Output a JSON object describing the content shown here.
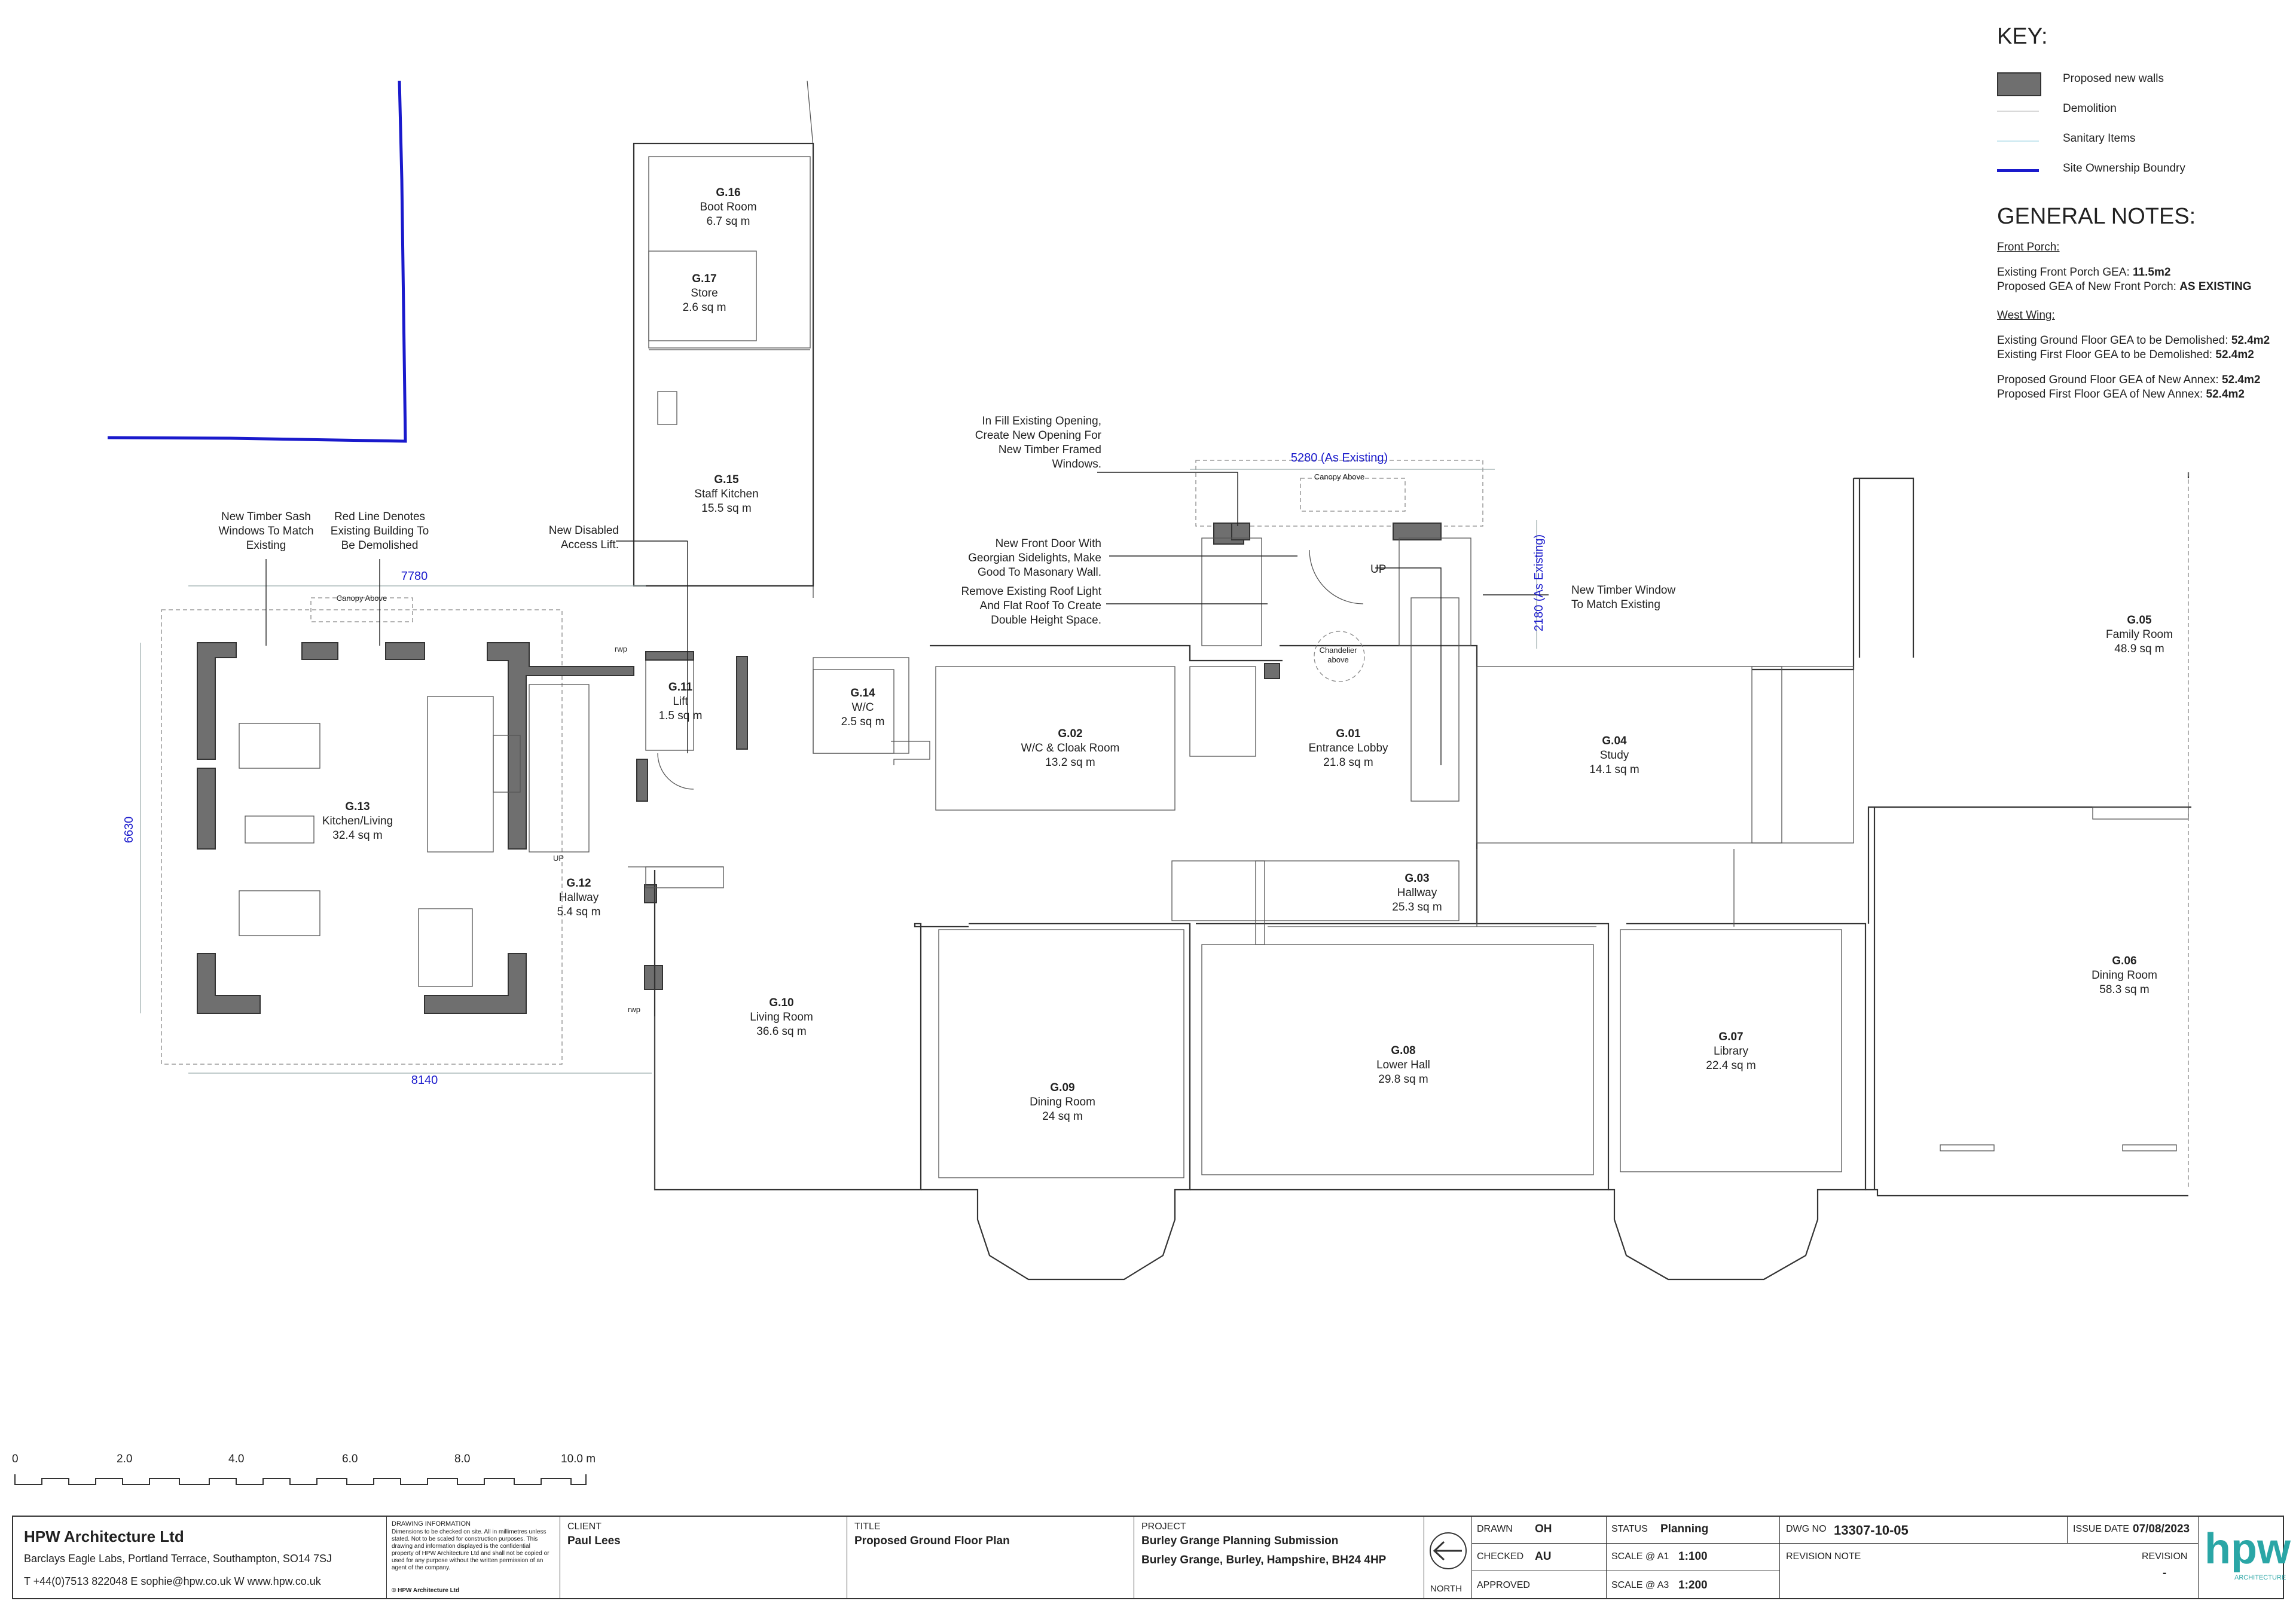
{
  "key": {
    "title": "KEY:",
    "items": [
      {
        "label": "Proposed new walls",
        "color": "#6f6f6f"
      },
      {
        "label": "Demolition",
        "color": "#d9d9d9"
      },
      {
        "label": "Sanitary Items",
        "color": "#c7e6ef"
      },
      {
        "label": "Site Ownership Boundry",
        "color": "#1a1acc"
      }
    ]
  },
  "notes": {
    "title": "GENERAL NOTES:",
    "front_porch_heading": "Front Porch:",
    "front_porch_lines": [
      {
        "text": "Existing Front Porch GEA: ",
        "value": "11.5m2"
      },
      {
        "text": "Proposed GEA of New Front Porch: ",
        "value": "AS EXISTING"
      }
    ],
    "west_wing_heading": "West Wing:",
    "west_wing_lines_a": [
      {
        "text": "Existing Ground Floor GEA to be Demolished: ",
        "value": "52.4m2"
      },
      {
        "text": "Existing First Floor GEA to be Demolished: ",
        "value": "52.4m2"
      }
    ],
    "west_wing_lines_b": [
      {
        "text": "Proposed Ground Floor GEA of New Annex: ",
        "value": "52.4m2"
      },
      {
        "text": "Proposed First Floor GEA of New Annex: ",
        "value": "52.4m2"
      }
    ]
  },
  "rooms": [
    {
      "id": "G.16",
      "name": "Boot Room",
      "area": "6.7 sq m"
    },
    {
      "id": "G.17",
      "name": "Store",
      "area": "2.6 sq m"
    },
    {
      "id": "G.15",
      "name": "Staff Kitchen",
      "area": "15.5 sq m"
    },
    {
      "id": "G.11",
      "name": "Lift",
      "area": "1.5 sq m"
    },
    {
      "id": "G.14",
      "name": "W/C",
      "area": "2.5 sq m"
    },
    {
      "id": "G.02",
      "name": "W/C & Cloak Room",
      "area": "13.2 sq m"
    },
    {
      "id": "G.01",
      "name": "Entrance Lobby",
      "area": "21.8 sq m"
    },
    {
      "id": "G.04",
      "name": "Study",
      "area": "14.1 sq m"
    },
    {
      "id": "G.05",
      "name": "Family Room",
      "area": "48.9 sq m"
    },
    {
      "id": "G.13",
      "name": "Kitchen/Living",
      "area": "32.4 sq m"
    },
    {
      "id": "G.12",
      "name": "Hallway",
      "area": "5.4 sq m"
    },
    {
      "id": "G.03",
      "name": "Hallway",
      "area": "25.3 sq m"
    },
    {
      "id": "G.10",
      "name": "Living Room",
      "area": "36.6 sq m"
    },
    {
      "id": "G.09",
      "name": "Dining Room",
      "area": "24 sq m"
    },
    {
      "id": "G.08",
      "name": "Lower Hall",
      "area": "29.8 sq m"
    },
    {
      "id": "G.07",
      "name": "Library",
      "area": "22.4 sq m"
    },
    {
      "id": "G.06",
      "name": "Dining Room",
      "area": "58.3 sq m"
    }
  ],
  "annotations": {
    "infill": [
      "In Fill Existing Opening,",
      "Create New Opening For",
      "New Timber Framed",
      "Windows."
    ],
    "front_door": [
      "New Front Door With",
      "Georgian Sidelights, Make",
      "Good To Masonary Wall."
    ],
    "roof_light": [
      "Remove Existing Roof Light",
      "And Flat Roof To Create",
      "Double Height Space."
    ],
    "new_window": [
      "New Timber Window",
      "To Match Existing"
    ],
    "sash": [
      "New Timber Sash",
      "Windows To Match",
      "Existing"
    ],
    "red_line": [
      "Red Line Denotes",
      "Existing Building To",
      "Be Demolished"
    ],
    "lift": [
      "New Disabled",
      "Access Lift."
    ],
    "canopy_1": "Canopy Above",
    "canopy_2": "Canopy Above",
    "chandelier": [
      "Chandelier",
      "above"
    ],
    "up_1": "UP",
    "up_2": "UP",
    "rwp_1": "rwp",
    "rwp_2": "rwp"
  },
  "dimensions": {
    "d7780": "7780",
    "d8140": "8140",
    "d6630": "6630",
    "d5280": "5280 (As Existing)",
    "d2180": "2180 (As Existing)"
  },
  "scale_bar": {
    "labels": [
      "0",
      "2.0",
      "4.0",
      "6.0",
      "8.0",
      "10.0 m"
    ]
  },
  "title_block": {
    "company": "HPW Architecture Ltd",
    "address": "Barclays Eagle Labs, Portland Terrace, Southampton, SO14 7SJ",
    "contact": "T +44(0)7513 822048   E sophie@hpw.co.uk   W www.hpw.co.uk",
    "drawing_info_title": "DRAWING INFORMATION",
    "drawing_info_text": "Dimensions to be checked on site. All in millimetres unless stated. Not to be scaled for construction purposes. This drawing and information displayed is the confidential property of HPW Architecture Ltd and shall not be copied or used for any purpose without the written permission of an agent of the company.",
    "copyright": "© HPW Architecture Ltd",
    "client_label": "CLIENT",
    "client": "Paul Lees",
    "title_label": "TITLE",
    "title": "Proposed Ground Floor Plan",
    "project_label": "PROJECT",
    "project_1": "Burley Grange Planning Submission",
    "project_2": "Burley Grange, Burley, Hampshire, BH24 4HP",
    "north_label": "NORTH",
    "drawn_label": "DRAWN",
    "drawn": "OH",
    "checked_label": "CHECKED",
    "checked": "AU",
    "approved_label": "APPROVED",
    "status_label": "STATUS",
    "status": "Planning",
    "scale_a1_label": "SCALE @ A1",
    "scale_a1": "1:100",
    "scale_a3_label": "SCALE @ A3",
    "scale_a3": "1:200",
    "dwg_label": "DWG NO",
    "dwg": "13307-10-05",
    "issue_label": "ISSUE DATE",
    "issue": "07/08/2023",
    "rev_note_label": "REVISION NOTE",
    "revision_label": "REVISION",
    "revision": "-",
    "logo_text": "hpw",
    "logo_sub": "ARCHITECTURE",
    "logo_color": "#2aa6a6"
  }
}
